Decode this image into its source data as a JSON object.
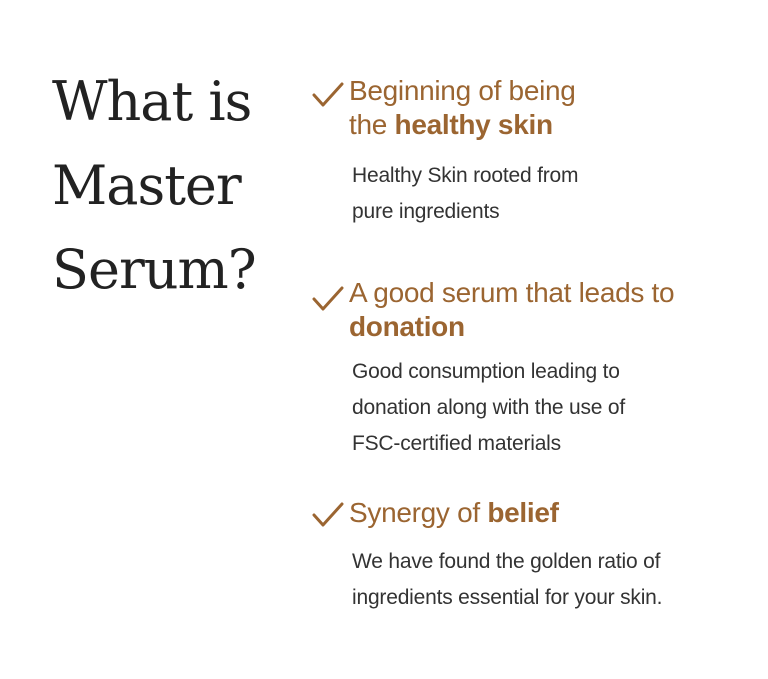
{
  "title": {
    "line1": "What is",
    "line2": "Master",
    "line3": "Serum?"
  },
  "accent_color": "#9b6531",
  "features": [
    {
      "icon": "checkmark-icon",
      "heading_line1": "Beginning of being",
      "heading_line2_plain": "the ",
      "heading_line2_bold": "healthy skin",
      "desc_line1": "Healthy Skin rooted from",
      "desc_line2": "pure ingredients"
    },
    {
      "icon": "checkmark-icon",
      "heading_line1": "A good serum that leads to",
      "heading_line2_bold": "donation",
      "desc_line1": "Good consumption leading to",
      "desc_line2": "donation along with the use of",
      "desc_line3": "FSC-certified materials"
    },
    {
      "icon": "checkmark-icon",
      "heading_plain": "Synergy of ",
      "heading_bold": "belief",
      "desc_line1": "We have found the golden ratio of",
      "desc_line2": "ingredients essential for your skin."
    }
  ]
}
